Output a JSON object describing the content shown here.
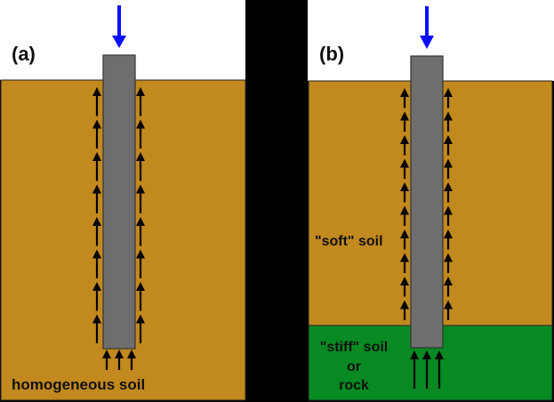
{
  "colors": {
    "background": "#000000",
    "sky": "#ffffff",
    "soft_soil": "#c2891f",
    "stiff_soil": "#078a22",
    "pile": "#6e6e6e",
    "load_arrow": "#0a10ff",
    "reaction_arrow": "#000000"
  },
  "panel_a": {
    "label": "(a)",
    "soil_label": "homogeneous soil",
    "shaft_arrows_per_side": 8,
    "tip_arrows": 3
  },
  "panel_b": {
    "label": "(b)",
    "soft_label": "\"soft\" soil",
    "stiff_label_lines": [
      "\"stiff\" soil",
      "or",
      "rock"
    ],
    "shaft_arrows_per_side": 10,
    "tip_arrows": 3
  }
}
